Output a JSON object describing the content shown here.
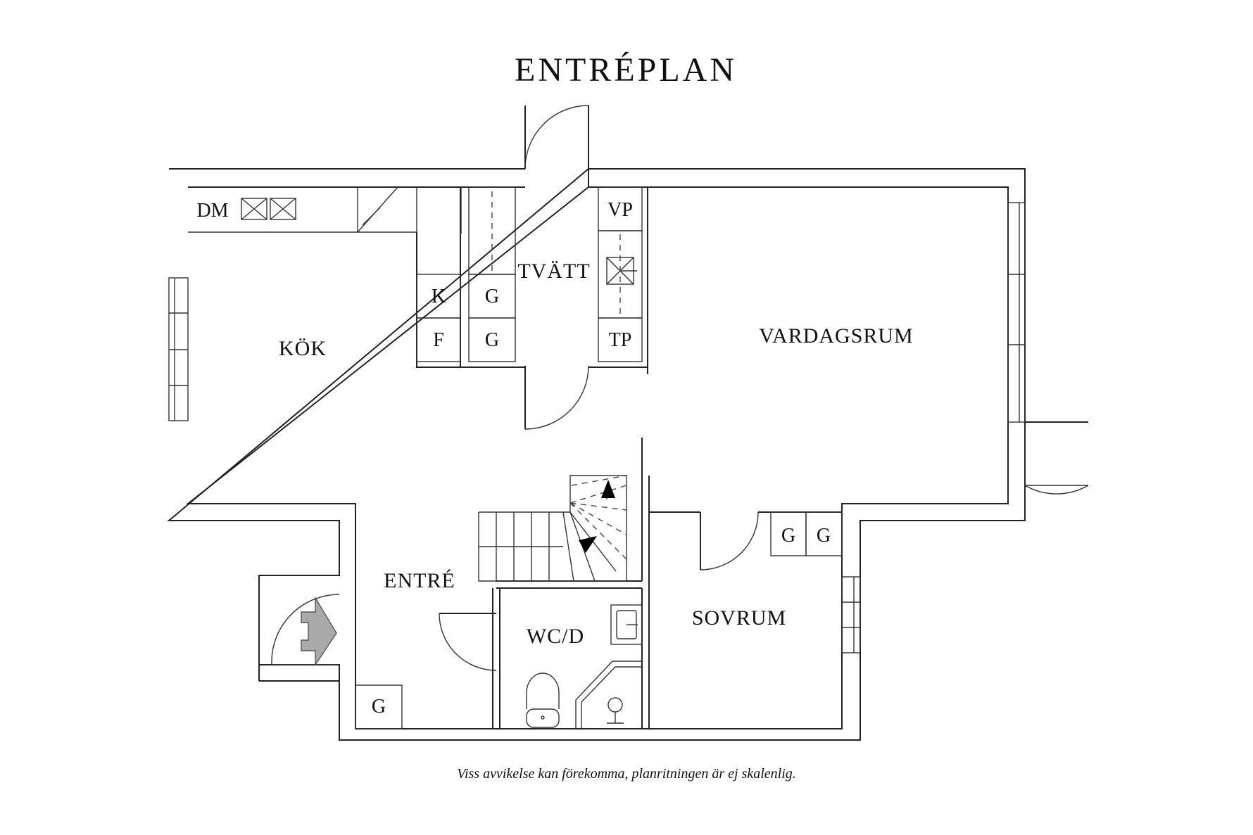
{
  "title": "ENTRÉPLAN",
  "note": "Viss avvikelse kan förekomma, planritningen är ej skalenlig.",
  "rooms": {
    "kitchen": "KÖK",
    "laundry": "TVÄTT",
    "living": "VARDAGSRUM",
    "entrance": "ENTRÉ",
    "wc": "WC/D",
    "bedroom": "SOVRUM"
  },
  "appliances": {
    "dishwasher": "DM",
    "fridge": "K",
    "freezer": "F",
    "washer": "VP",
    "dryer": "TP",
    "wardrobe": "G"
  }
}
